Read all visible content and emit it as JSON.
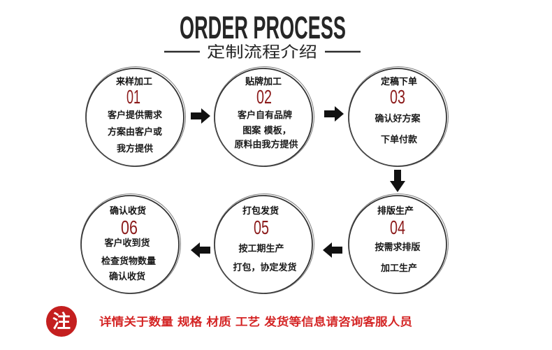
{
  "title": "ORDER PROCESS",
  "subtitle": "定制流程介绍",
  "steps": [
    {
      "label": "来样加工",
      "number": "01",
      "lines": [
        "客户提供需求",
        "方案由客户或",
        "我方提供"
      ]
    },
    {
      "label": "贴牌加工",
      "number": "02",
      "lines": [
        "客户自有品牌",
        "图案 模板，",
        "原料由我方提供"
      ]
    },
    {
      "label": "定稿下单",
      "number": "03",
      "lines": [
        "确认好方案",
        "下单付款"
      ]
    },
    {
      "label": "排版生产",
      "number": "04",
      "lines": [
        "按需求排版",
        "加工生产"
      ]
    },
    {
      "label": "打包发货",
      "number": "05",
      "lines": [
        "按工期生产",
        "打包，协定发货"
      ]
    },
    {
      "label": "确认收货",
      "number": "06",
      "lines": [
        "客户收到货",
        "检查货物数量",
        "确认收货"
      ]
    }
  ],
  "note": {
    "badge": "注",
    "text": "详情关于数量 规格 材质 工艺 发货等信息请咨询客服人员"
  },
  "colors": {
    "number": "#8b1a1a",
    "note": "#d42424",
    "badge": "#c41f1f",
    "outline": "#333333"
  }
}
